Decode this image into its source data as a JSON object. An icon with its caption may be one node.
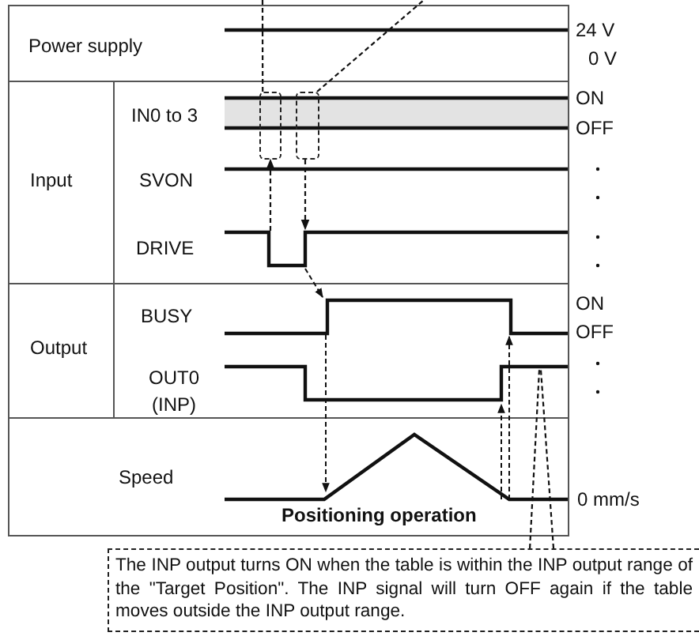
{
  "diagram": {
    "nodes": [
      {
        "text": [
          "Power supply"
        ]
      },
      {
        "text": [
          "Input"
        ]
      },
      {
        "text": [
          "IN0 to 3"
        ]
      },
      {
        "text": [
          "SVON"
        ]
      },
      {
        "text": [
          "DRIVE"
        ]
      },
      {
        "text": [
          "Output"
        ]
      },
      {
        "text": [
          "BUSY"
        ]
      },
      {
        "text": [
          "OUT0 (INP)"
        ]
      },
      {
        "text": [
          "Speed"
        ]
      },
      {
        "text": [],
        "shape": "box"
      },
      {
        "text": [],
        "shape": "box"
      },
      {
        "text": [
          "The INP output turns ON when the table is within the INP output range of the \"Target Position\". The INP signal will turn OFF again if the table moves outside the INP output range."
        ]
      }
    ],
    "edges": [
      {
        "from": 9,
        "to": null,
        "arrow": "none",
        "style": "dashed"
      },
      {
        "from": 10,
        "to": null,
        "arrow": "none",
        "style": "dashed"
      },
      {
        "from": null,
        "to": 9,
        "arrow": "to",
        "style": "dashed"
      },
      {
        "from": 10,
        "to": null,
        "arrow": "to",
        "style": "dashed"
      },
      {
        "from": 11,
        "to": null,
        "arrow": "none",
        "style": "dashed"
      },
      {
        "from": 11,
        "to": null,
        "arrow": "none",
        "style": "dashed"
      }
    ],
    "labels": [
      "24 V",
      "0 V",
      "ON",
      "OFF",
      "ON",
      "OFF",
      "0 mm/s",
      "Positioning operation"
    ]
  }
}
